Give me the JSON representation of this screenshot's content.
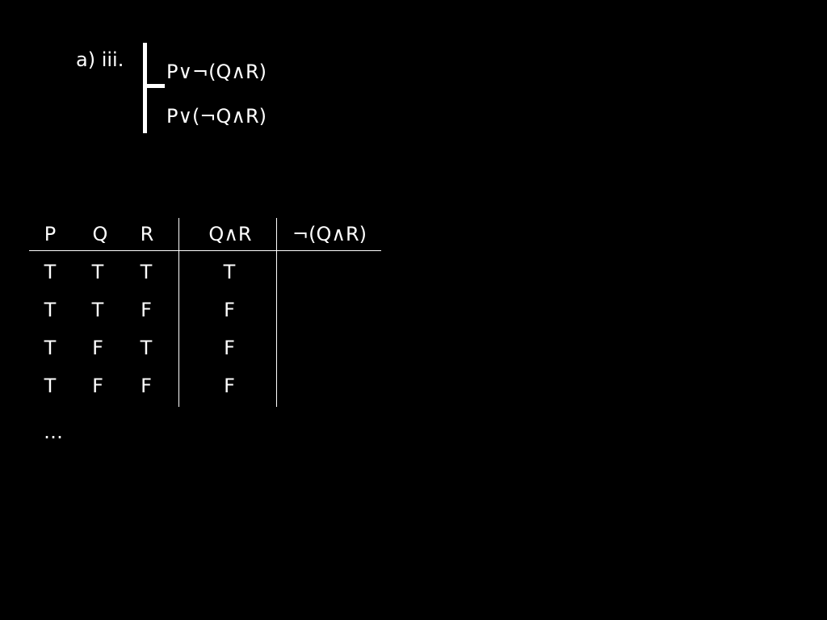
{
  "problem": {
    "label": "a) iii.",
    "premise": "P∨¬(Q∧R)",
    "conclusion": "P∨(¬Q∧R)"
  },
  "truth_table": {
    "headers": [
      "P",
      "Q",
      "R",
      "Q∧R",
      "¬(Q∧R)"
    ],
    "rows": [
      [
        "T",
        "T",
        "T",
        "T",
        ""
      ],
      [
        "T",
        "T",
        "F",
        "F",
        ""
      ],
      [
        "T",
        "F",
        "T",
        "F",
        ""
      ],
      [
        "T",
        "F",
        "F",
        "F",
        ""
      ]
    ],
    "continuation": "…"
  }
}
